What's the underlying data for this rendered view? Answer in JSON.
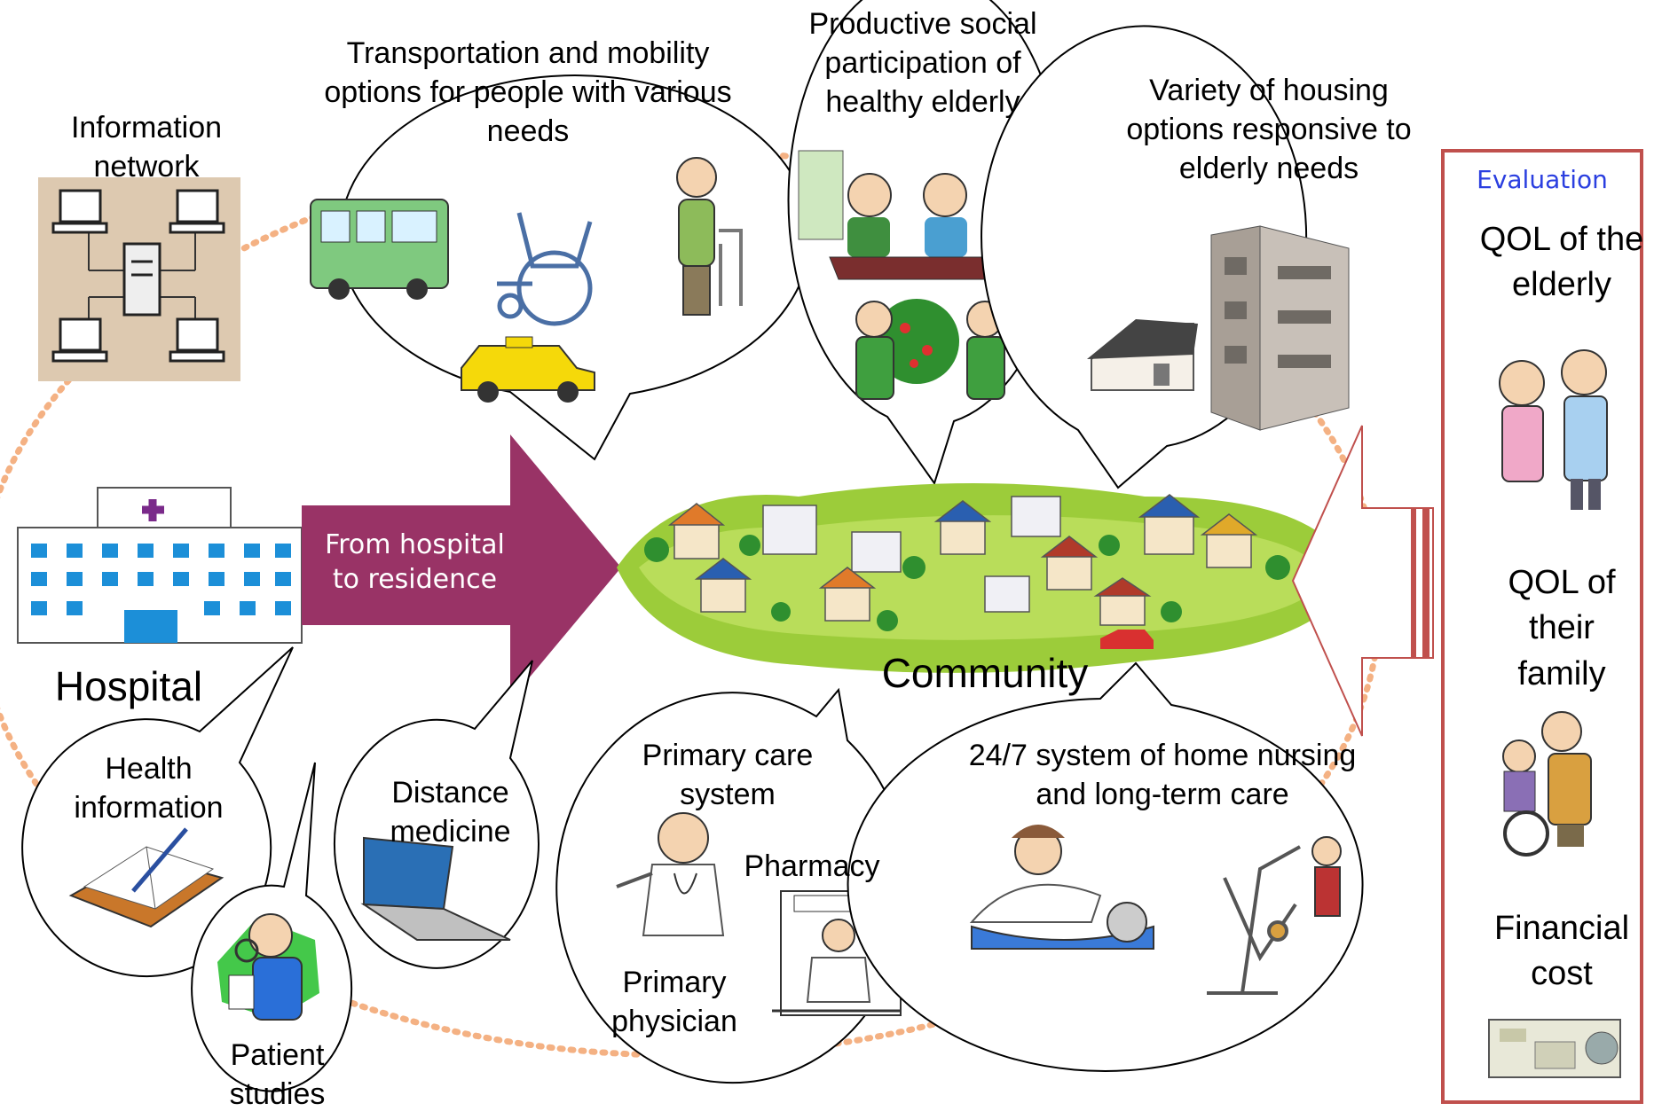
{
  "labels": {
    "information_network": "Information network",
    "transportation": "Transportation and mobility options for people with various needs",
    "social_participation": "Productive social participation of healthy elderly",
    "housing": "Variety of housing options responsive to elderly needs",
    "hospital": "Hospital",
    "from_hospital": "From hospital to residence",
    "community": "Community",
    "health_information": "Health information",
    "distance_medicine": "Distance medicine",
    "patient_studies": "Patient studies",
    "primary_care_system": "Primary care system",
    "pharmacy": "Pharmacy",
    "primary_physician": "Primary physician",
    "home_nursing": "24/7 system of home nursing and long-term care"
  },
  "evaluation": {
    "heading": "Evaluation",
    "qol_elderly": "QOL of the elderly",
    "qol_family": "QOL of their family",
    "financial_cost": "Financial cost"
  },
  "colors": {
    "arrow": "#993366",
    "evaluation_border": "#c0504d",
    "dotted_ellipse": "#f4b183",
    "evaluation_heading": "#2b3fe0"
  },
  "icons": [
    "network-icon",
    "bus-icon",
    "wheelchair-icon",
    "taxi-icon",
    "walker-elder-icon",
    "dining-elders-icon",
    "gardening-elders-icon",
    "house-icon",
    "apartment-icon",
    "hospital-icon",
    "community-town-icon",
    "notebook-icon",
    "laptop-icon",
    "reading-patient-icon",
    "doctor-icon",
    "pharmacist-icon",
    "nurse-icon",
    "patient-lift-icon",
    "elderly-couple-icon",
    "caregiver-wheelchair-icon",
    "banknote-icon"
  ]
}
